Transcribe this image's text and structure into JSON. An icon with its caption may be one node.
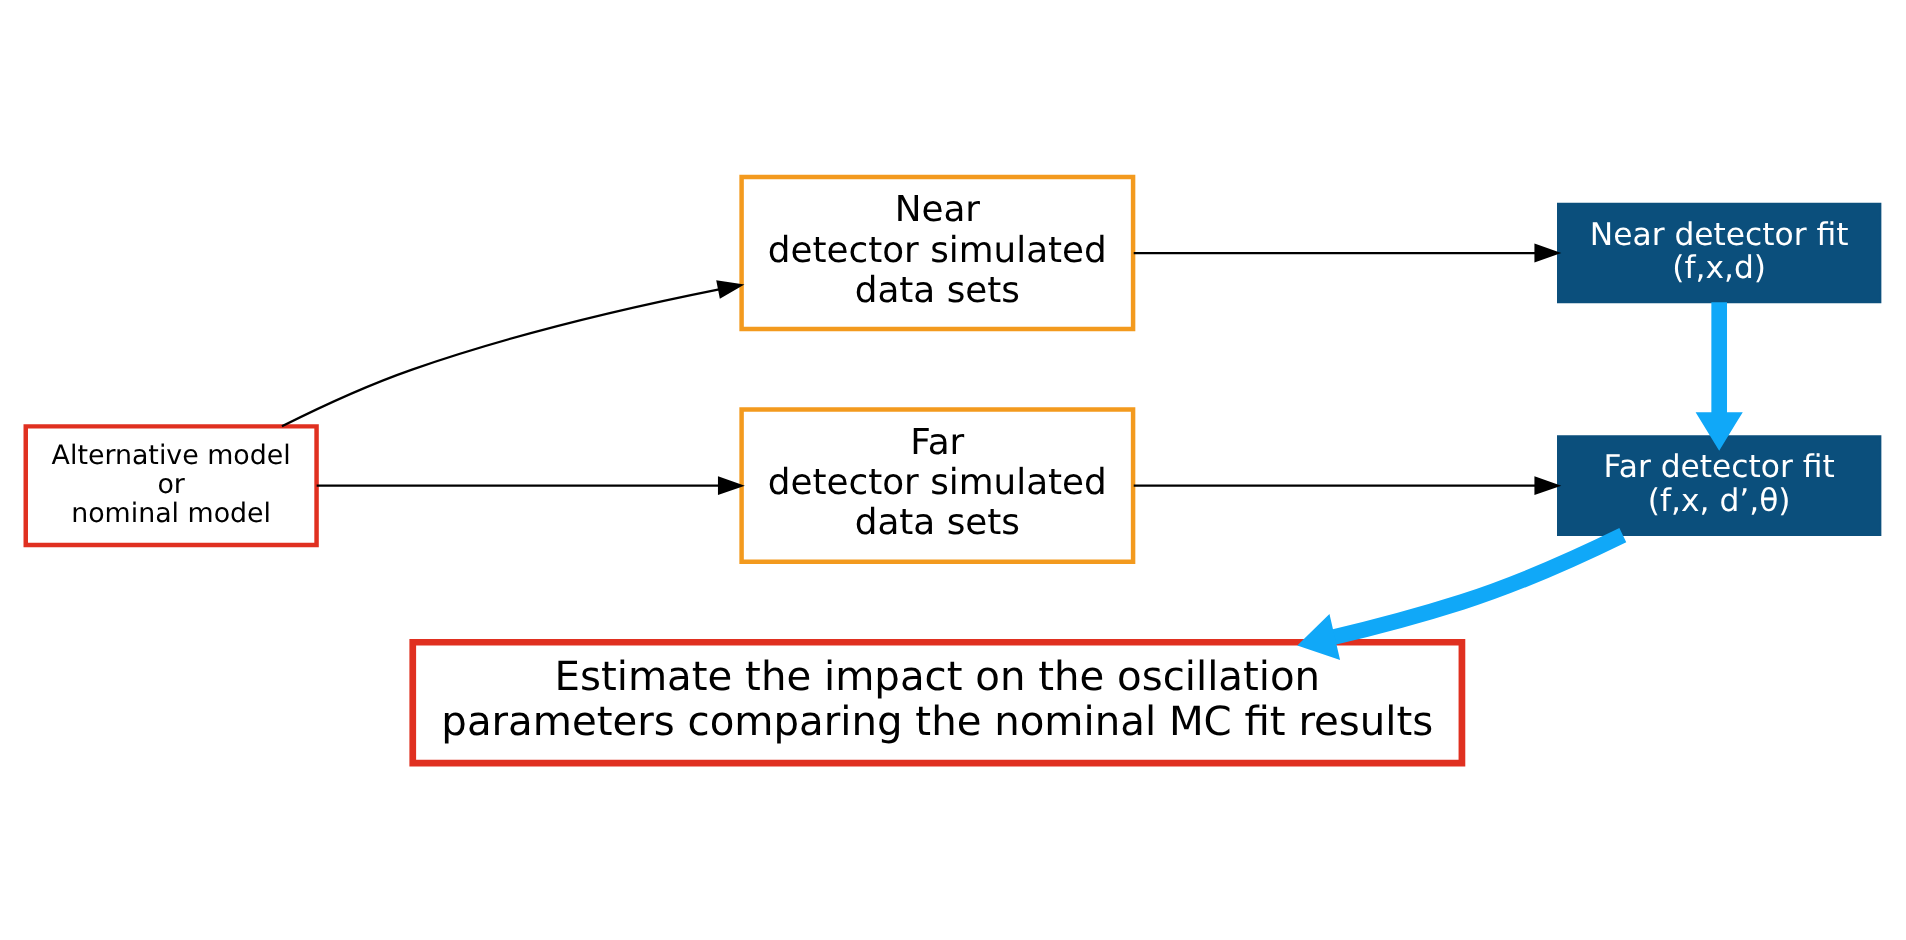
{
  "diagram": {
    "nodes": [
      {
        "text": [
          "Alternative model or nominal model"
        ]
      },
      {
        "text": [
          "Near detector simulated data sets"
        ]
      },
      {
        "text": [
          "Far detector simulated data sets"
        ]
      },
      {
        "text": [
          "Near detector fit",
          "(f,x,d)"
        ]
      },
      {
        "text": [
          "Far detector fit",
          "(f,x, d’,θ)"
        ]
      },
      {
        "text": [
          "Estimate the impact on the oscillation parameters comparing the nominal MC fit results"
        ]
      }
    ],
    "edges": [
      {
        "from": 0,
        "to": 1,
        "arrow": "to"
      },
      {
        "from": 0,
        "to": 2,
        "arrow": "to"
      },
      {
        "from": 1,
        "to": 3,
        "arrow": "to"
      },
      {
        "from": 2,
        "to": 4,
        "arrow": "to"
      },
      {
        "from": 3,
        "to": 4,
        "arrow": "to",
        "style": "thick",
        "color": "#10a8f8"
      },
      {
        "from": 4,
        "to": 5,
        "arrow": "to",
        "style": "thick",
        "color": "#10a8f8"
      }
    ]
  }
}
